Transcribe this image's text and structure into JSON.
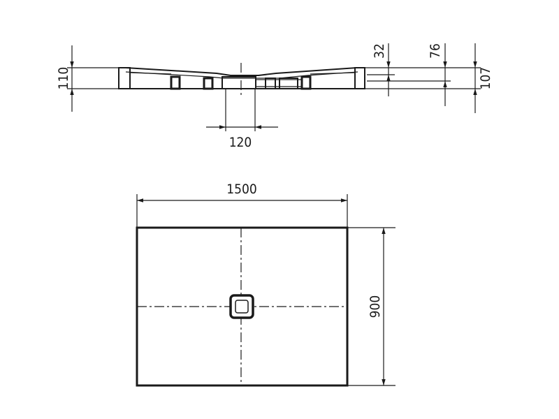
{
  "drawing": {
    "stroke_color": "#1a1a1a",
    "background": "#ffffff"
  },
  "section_view": {
    "dims": {
      "total_height": "110",
      "waste_width": "120",
      "rim_depth": "32",
      "inner_depth": "76",
      "right_height": "107"
    }
  },
  "plan_view": {
    "dims": {
      "length": "1500",
      "width": "900"
    }
  }
}
